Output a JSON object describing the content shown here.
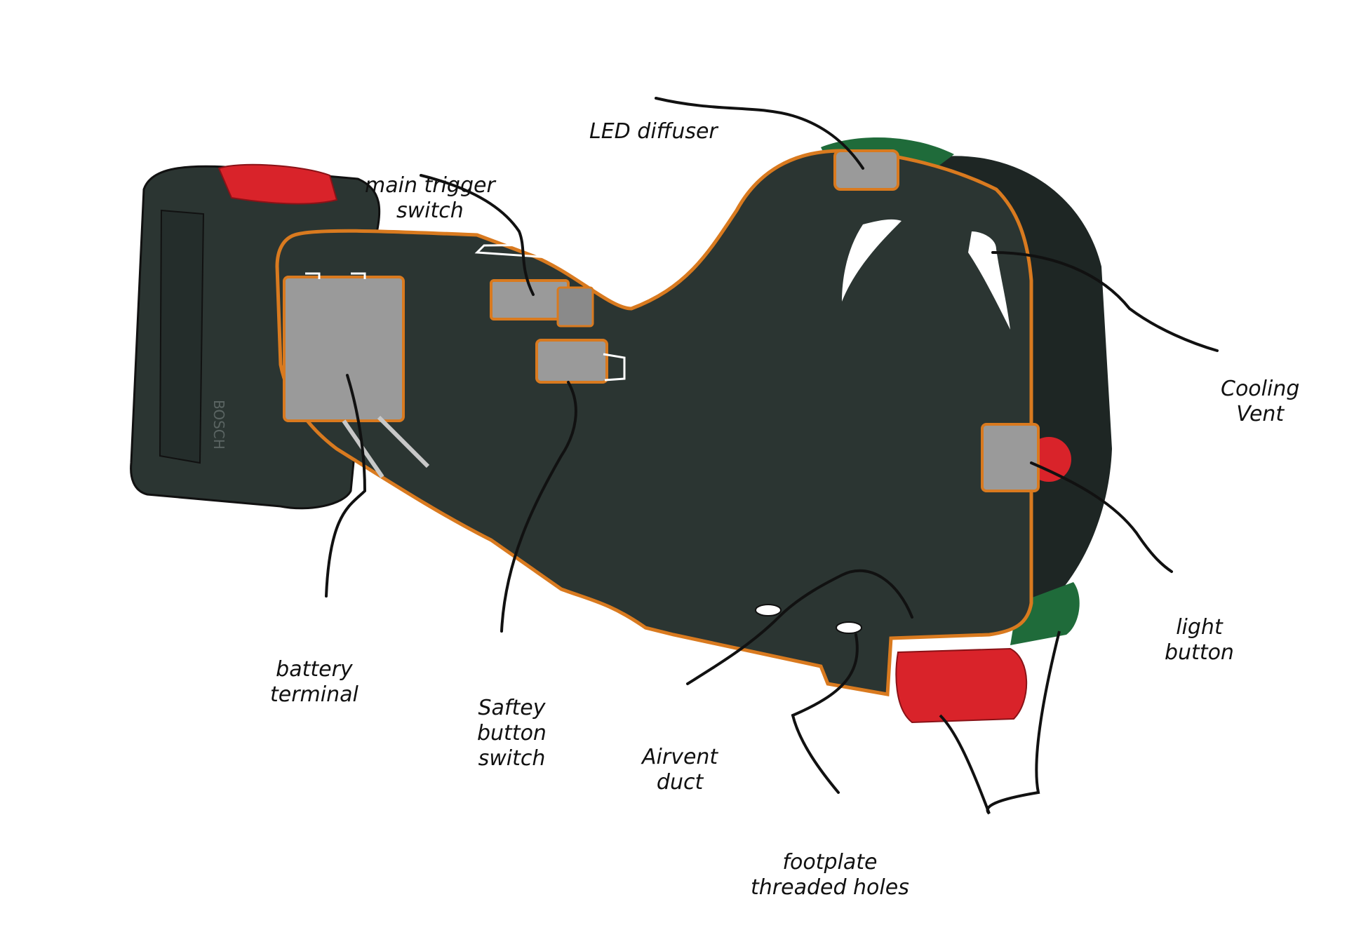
{
  "colors": {
    "body": "#2b3532",
    "body_dark": "#1e2624",
    "outline": "#d97a1f",
    "component": "#9a9a9a",
    "red": "#d9232a",
    "green": "#1f6b3a",
    "leader": "#111111"
  },
  "labels": {
    "led_diffuser": "LED diffuser",
    "main_trigger_switch": "main trigger\nswitch",
    "cooling_vent": "Cooling\nVent",
    "light_button": "light\nbutton",
    "battery_terminal": "battery\nterminal",
    "safety_button_switch": "Saftey\nbutton\nswitch",
    "airvent_duct": "Airvent\nduct",
    "footplate_threaded_holes": "footplate\nthreaded holes"
  },
  "brand_text": "BOSCH"
}
